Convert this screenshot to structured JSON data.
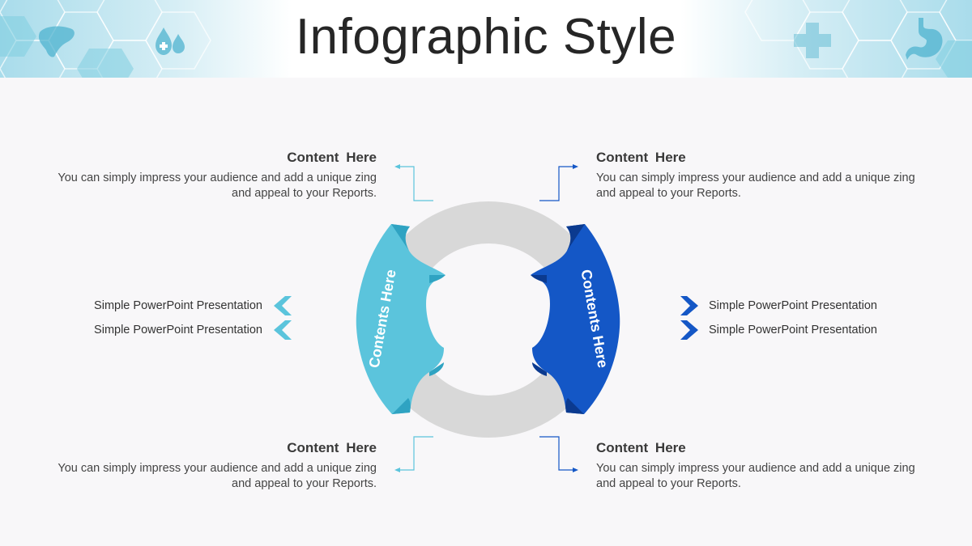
{
  "title": "Infographic Style",
  "blocks": [
    {
      "heading": "Content  Here",
      "text": "You can simply impress your audience and add a unique zing and appeal to your Reports."
    },
    {
      "heading": "Content  Here",
      "text": "You can simply impress your audience and add a unique zing and appeal to your Reports."
    },
    {
      "heading": "Content  Here",
      "text": "You can simply impress your audience and add a unique zing and appeal to your Reports."
    },
    {
      "heading": "Content  Here",
      "text": "You can simply impress your audience and add a unique zing and appeal to your Reports."
    }
  ],
  "side_items": {
    "left": [
      "Simple PowerPoint Presentation",
      "Simple PowerPoint Presentation"
    ],
    "right": [
      "Simple PowerPoint Presentation",
      "Simple PowerPoint Presentation"
    ]
  },
  "ribbon_labels": {
    "left": "Contents Here",
    "right": "Contents Here"
  },
  "colors": {
    "light_blue": "#5bc4dc",
    "light_blue_dark": "#2fa3c2",
    "dark_blue": "#1457c6",
    "dark_blue_dark": "#0b3a8f",
    "ring_gray": "#d8d8d8"
  },
  "header_icons": [
    "liver-icon",
    "drops-icon",
    "medical-cross-icon",
    "stomach-icon"
  ]
}
